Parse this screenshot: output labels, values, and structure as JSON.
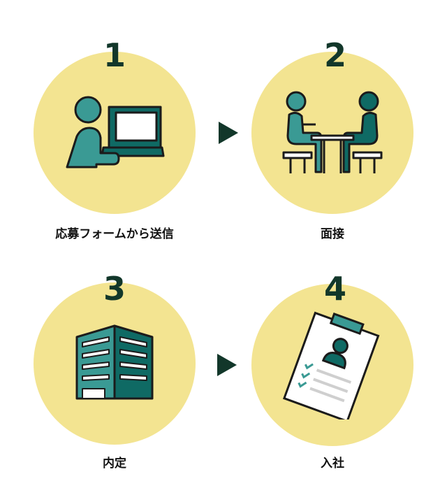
{
  "steps": [
    {
      "number": "1",
      "label": "応募フォームから送信",
      "icon": "person-at-computer-icon"
    },
    {
      "number": "2",
      "label": "面接",
      "icon": "interview-icon"
    },
    {
      "number": "3",
      "label": "内定",
      "icon": "office-building-icon"
    },
    {
      "number": "4",
      "label": "入社",
      "icon": "clipboard-resume-icon"
    }
  ],
  "colors": {
    "circle": "#f3e491",
    "teal": "#3a9a94",
    "dark_teal": "#0f6a64",
    "number": "#12372a"
  }
}
